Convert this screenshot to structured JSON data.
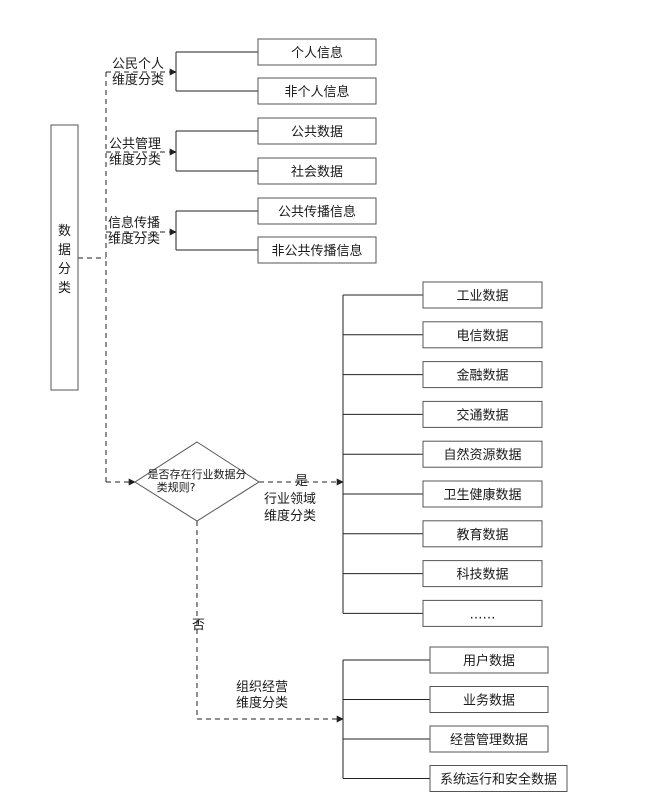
{
  "root": {
    "label": "数据分类"
  },
  "branches": [
    {
      "label_lines": [
        "公民个人",
        "维度分类"
      ],
      "children": [
        "个人信息",
        "非个人信息"
      ]
    },
    {
      "label_lines": [
        "公共管理",
        "维度分类"
      ],
      "children": [
        "公共数据",
        "社会数据"
      ]
    },
    {
      "label_lines": [
        "信息传播",
        "维度分类"
      ],
      "children": [
        "公共传播信息",
        "非公共传播信息"
      ]
    }
  ],
  "decision": {
    "question_lines": [
      "是否存在行业数据分",
      "类规则?"
    ],
    "yes_label": "是",
    "no_label": "否"
  },
  "industry": {
    "label_lines": [
      "行业领域",
      "维度分类"
    ],
    "children": [
      "工业数据",
      "电信数据",
      "金融数据",
      "交通数据",
      "自然资源数据",
      "卫生健康数据",
      "教育数据",
      "科技数据",
      "……"
    ]
  },
  "organization": {
    "label_lines": [
      "组织经营",
      "维度分类"
    ],
    "children": [
      "用户数据",
      "业务数据",
      "经营管理数据",
      "系统运行和安全数据"
    ]
  }
}
